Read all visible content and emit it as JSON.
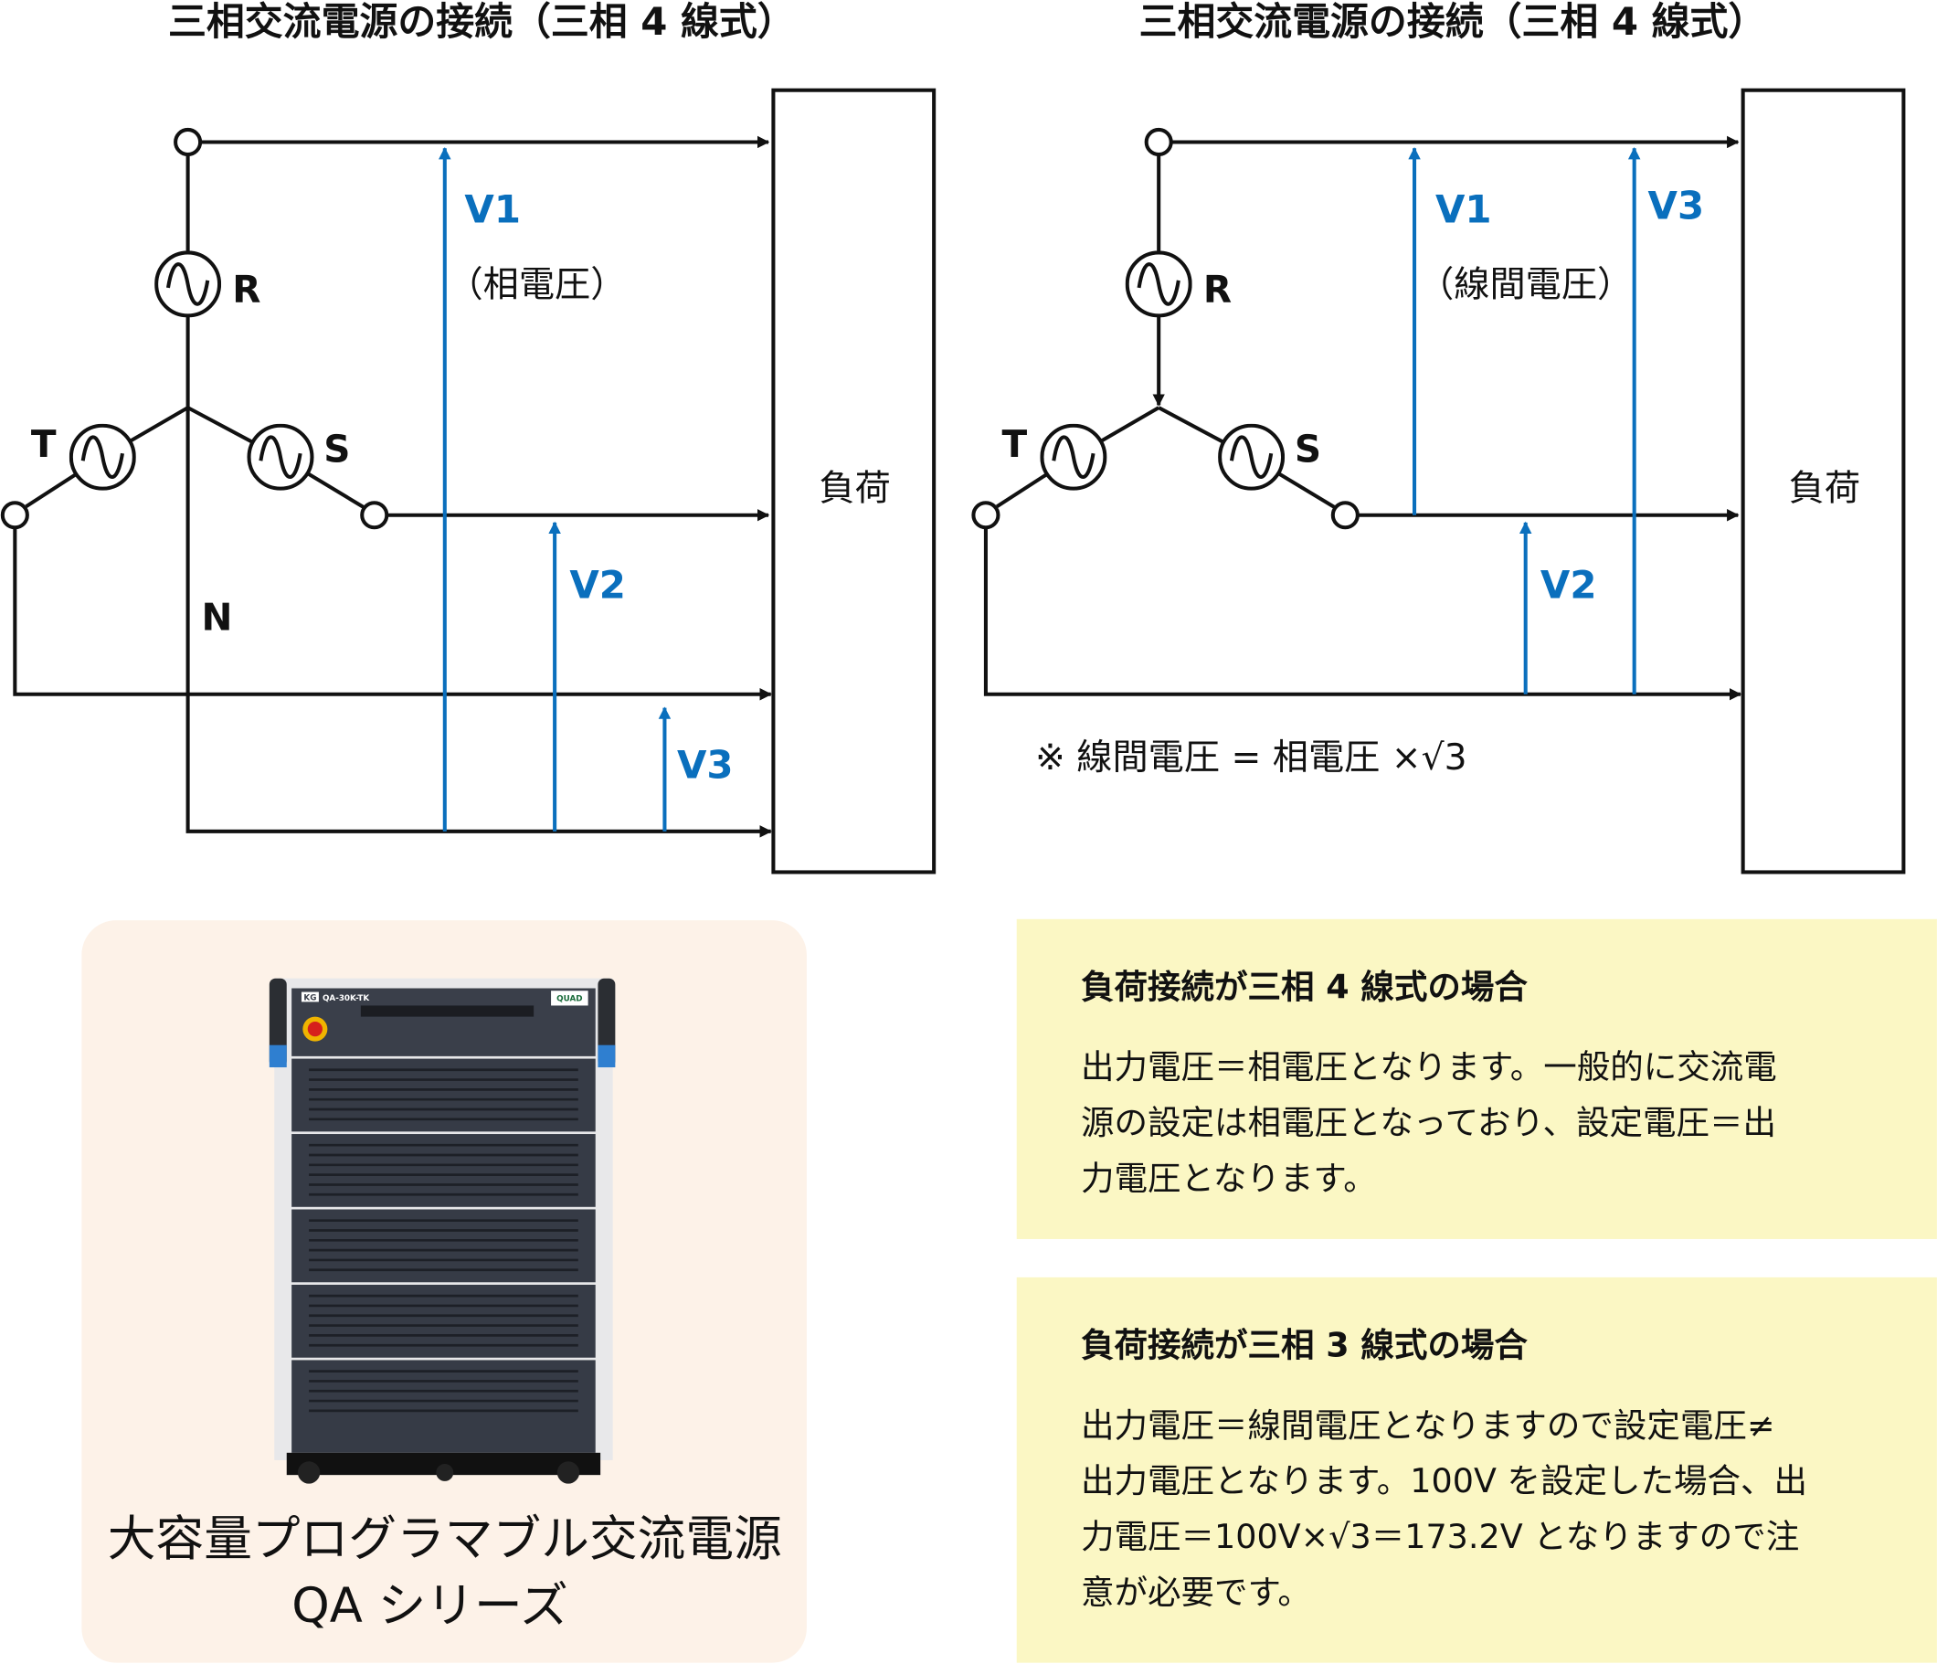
{
  "left_diagram": {
    "title": "三相交流電源の接続（三相 4 線式）",
    "sources": {
      "r": "R",
      "s": "S",
      "t": "T"
    },
    "neutral": "N",
    "load": "負荷",
    "voltages": {
      "v1": "V1",
      "v2": "V2",
      "v3": "V3"
    },
    "voltage_type": "（相電圧）"
  },
  "right_diagram": {
    "title": "三相交流電源の接続（三相 4 線式）",
    "sources": {
      "r": "R",
      "s": "S",
      "t": "T"
    },
    "load": "負荷",
    "voltages": {
      "v1": "V1",
      "v2": "V2",
      "v3": "V3"
    },
    "voltage_type": "（線間電圧）",
    "note": "※  線間電圧 = 相電圧 ×√3"
  },
  "product": {
    "caption_line1": "大容量プログラマブル交流電源",
    "caption_line2": "QA シリーズ",
    "model": "QA-30K-TK",
    "brand": "KG",
    "badge": "QUAD"
  },
  "info_boxes": [
    {
      "heading": "負荷接続が三相 4 線式の場合",
      "lines": [
        "出力電圧＝相電圧となります。一般的に交流電",
        "源の設定は相電圧となっており、設定電圧＝出",
        "力電圧となります。"
      ]
    },
    {
      "heading": "負荷接続が三相 3 線式の場合",
      "lines": [
        "出力電圧＝線間電圧となりますので設定電圧≠",
        "出力電圧となります。100V を設定した場合、出",
        "力電圧＝100V×√3＝173.2V となりますので注",
        "意が必要です。"
      ]
    }
  ],
  "colors": {
    "voltage_blue": "#0a6fbd",
    "info_bg": "#fbf7c4",
    "product_bg": "#fdf2e8"
  }
}
